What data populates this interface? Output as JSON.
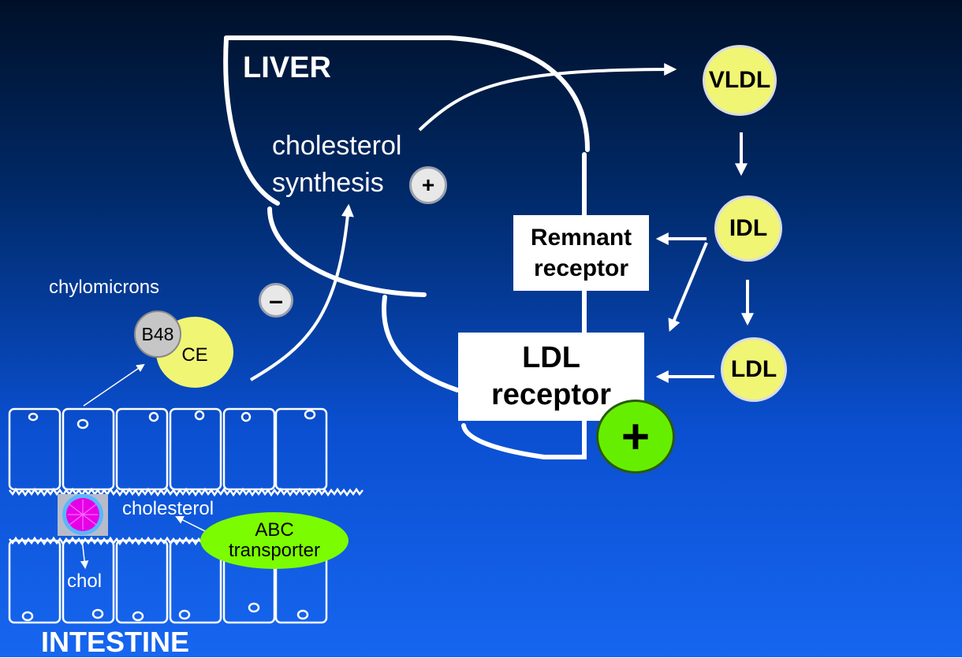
{
  "labels": {
    "liver": "LIVER",
    "cholesterol_synthesis_line1": "cholesterol",
    "cholesterol_synthesis_line2": "synthesis",
    "chylomicrons": "chylomicrons",
    "cholesterol": "cholesterol",
    "chol": "chol",
    "intestine": "INTESTINE"
  },
  "receptors": {
    "remnant_line1": "Remnant",
    "remnant_line2": "receptor",
    "ldl_line1": "LDL",
    "ldl_line2": "receptor"
  },
  "lipoproteins": {
    "vldl": "VLDL",
    "idl": "IDL",
    "ldl": "LDL",
    "b48": "B48",
    "ce": "CE"
  },
  "transporter": {
    "line1": "ABC",
    "line2": "transporter"
  },
  "signs": {
    "synthesis_plus": "+",
    "inhibition_minus": "–",
    "ldl_receptor_plus": "+"
  },
  "colors": {
    "lipoprotein_fill": "#f0f574",
    "transporter_fill": "#7cfc00",
    "ldl_plus_fill": "#66ee00",
    "micelle_fill": "#e600e6"
  }
}
